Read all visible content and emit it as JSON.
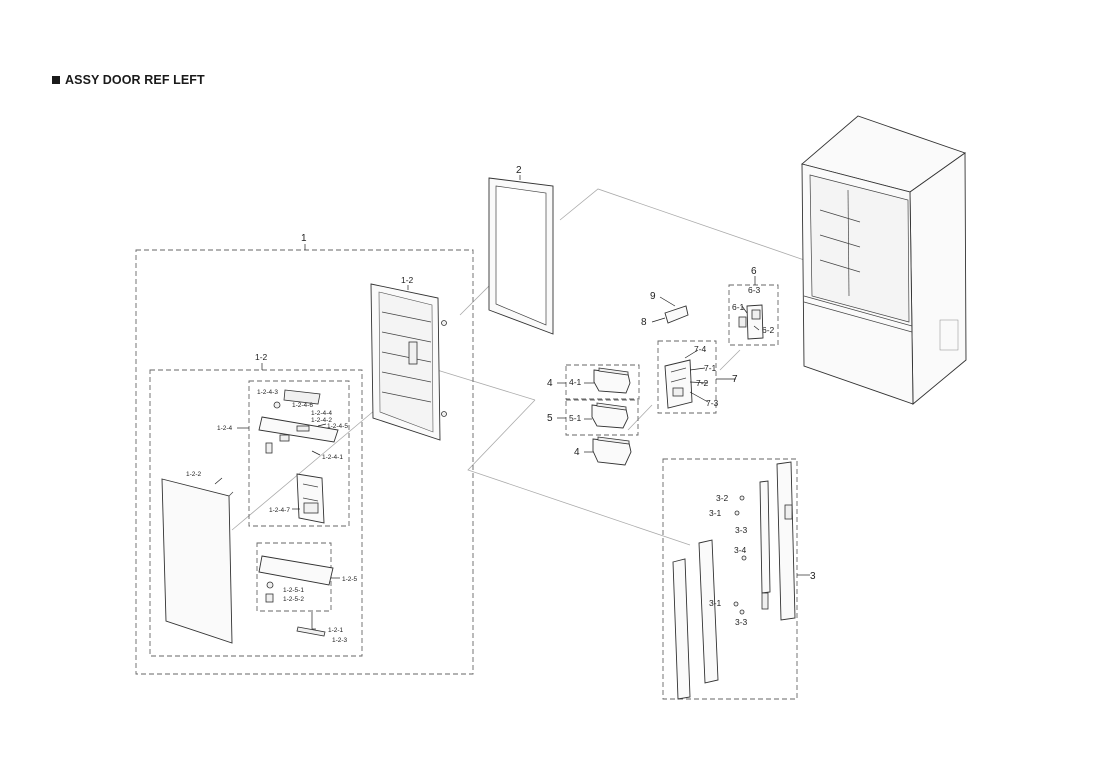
{
  "title": "ASSY DOOR REF LEFT",
  "callouts": {
    "c1": "1",
    "c1_2a": "1-2",
    "c1_2b": "1-2",
    "c1_2_2": "1-2-2",
    "c1_2_4": "1-2-4",
    "c1_2_4_3": "1-2-4-3",
    "c1_2_4_6": "1-2-4-6",
    "c1_2_4_4": "1-2-4-4",
    "c1_2_4_2": "1-2-4-2",
    "c1_2_4_5": "1-2-4-5",
    "c1_2_4_1": "1-2-4-1",
    "c1_2_4_7": "1-2-4-7",
    "c1_2_5": "1-2-5",
    "c1_2_5_1": "1-2-5-1",
    "c1_2_5_2": "1-2-5-2",
    "c1_2_1": "1-2-1",
    "c1_2_3": "1-2-3",
    "c2": "2",
    "c3": "3",
    "c3_2": "3-2",
    "c3_1a": "3-1",
    "c3_3a": "3-3",
    "c3_4": "3-4",
    "c3_1b": "3-1",
    "c3_3b": "3-3",
    "c4a": "4",
    "c4_1": "4-1",
    "c5": "5",
    "c5_1": "5-1",
    "c4b": "4",
    "c6": "6",
    "c6_3": "6-3",
    "c6_1": "6-1",
    "c6_2": "6-2",
    "c7": "7",
    "c7_4": "7-4",
    "c7_1": "7-1",
    "c7_2": "7-2",
    "c7_3": "7-3",
    "c8": "8",
    "c9": "9"
  }
}
